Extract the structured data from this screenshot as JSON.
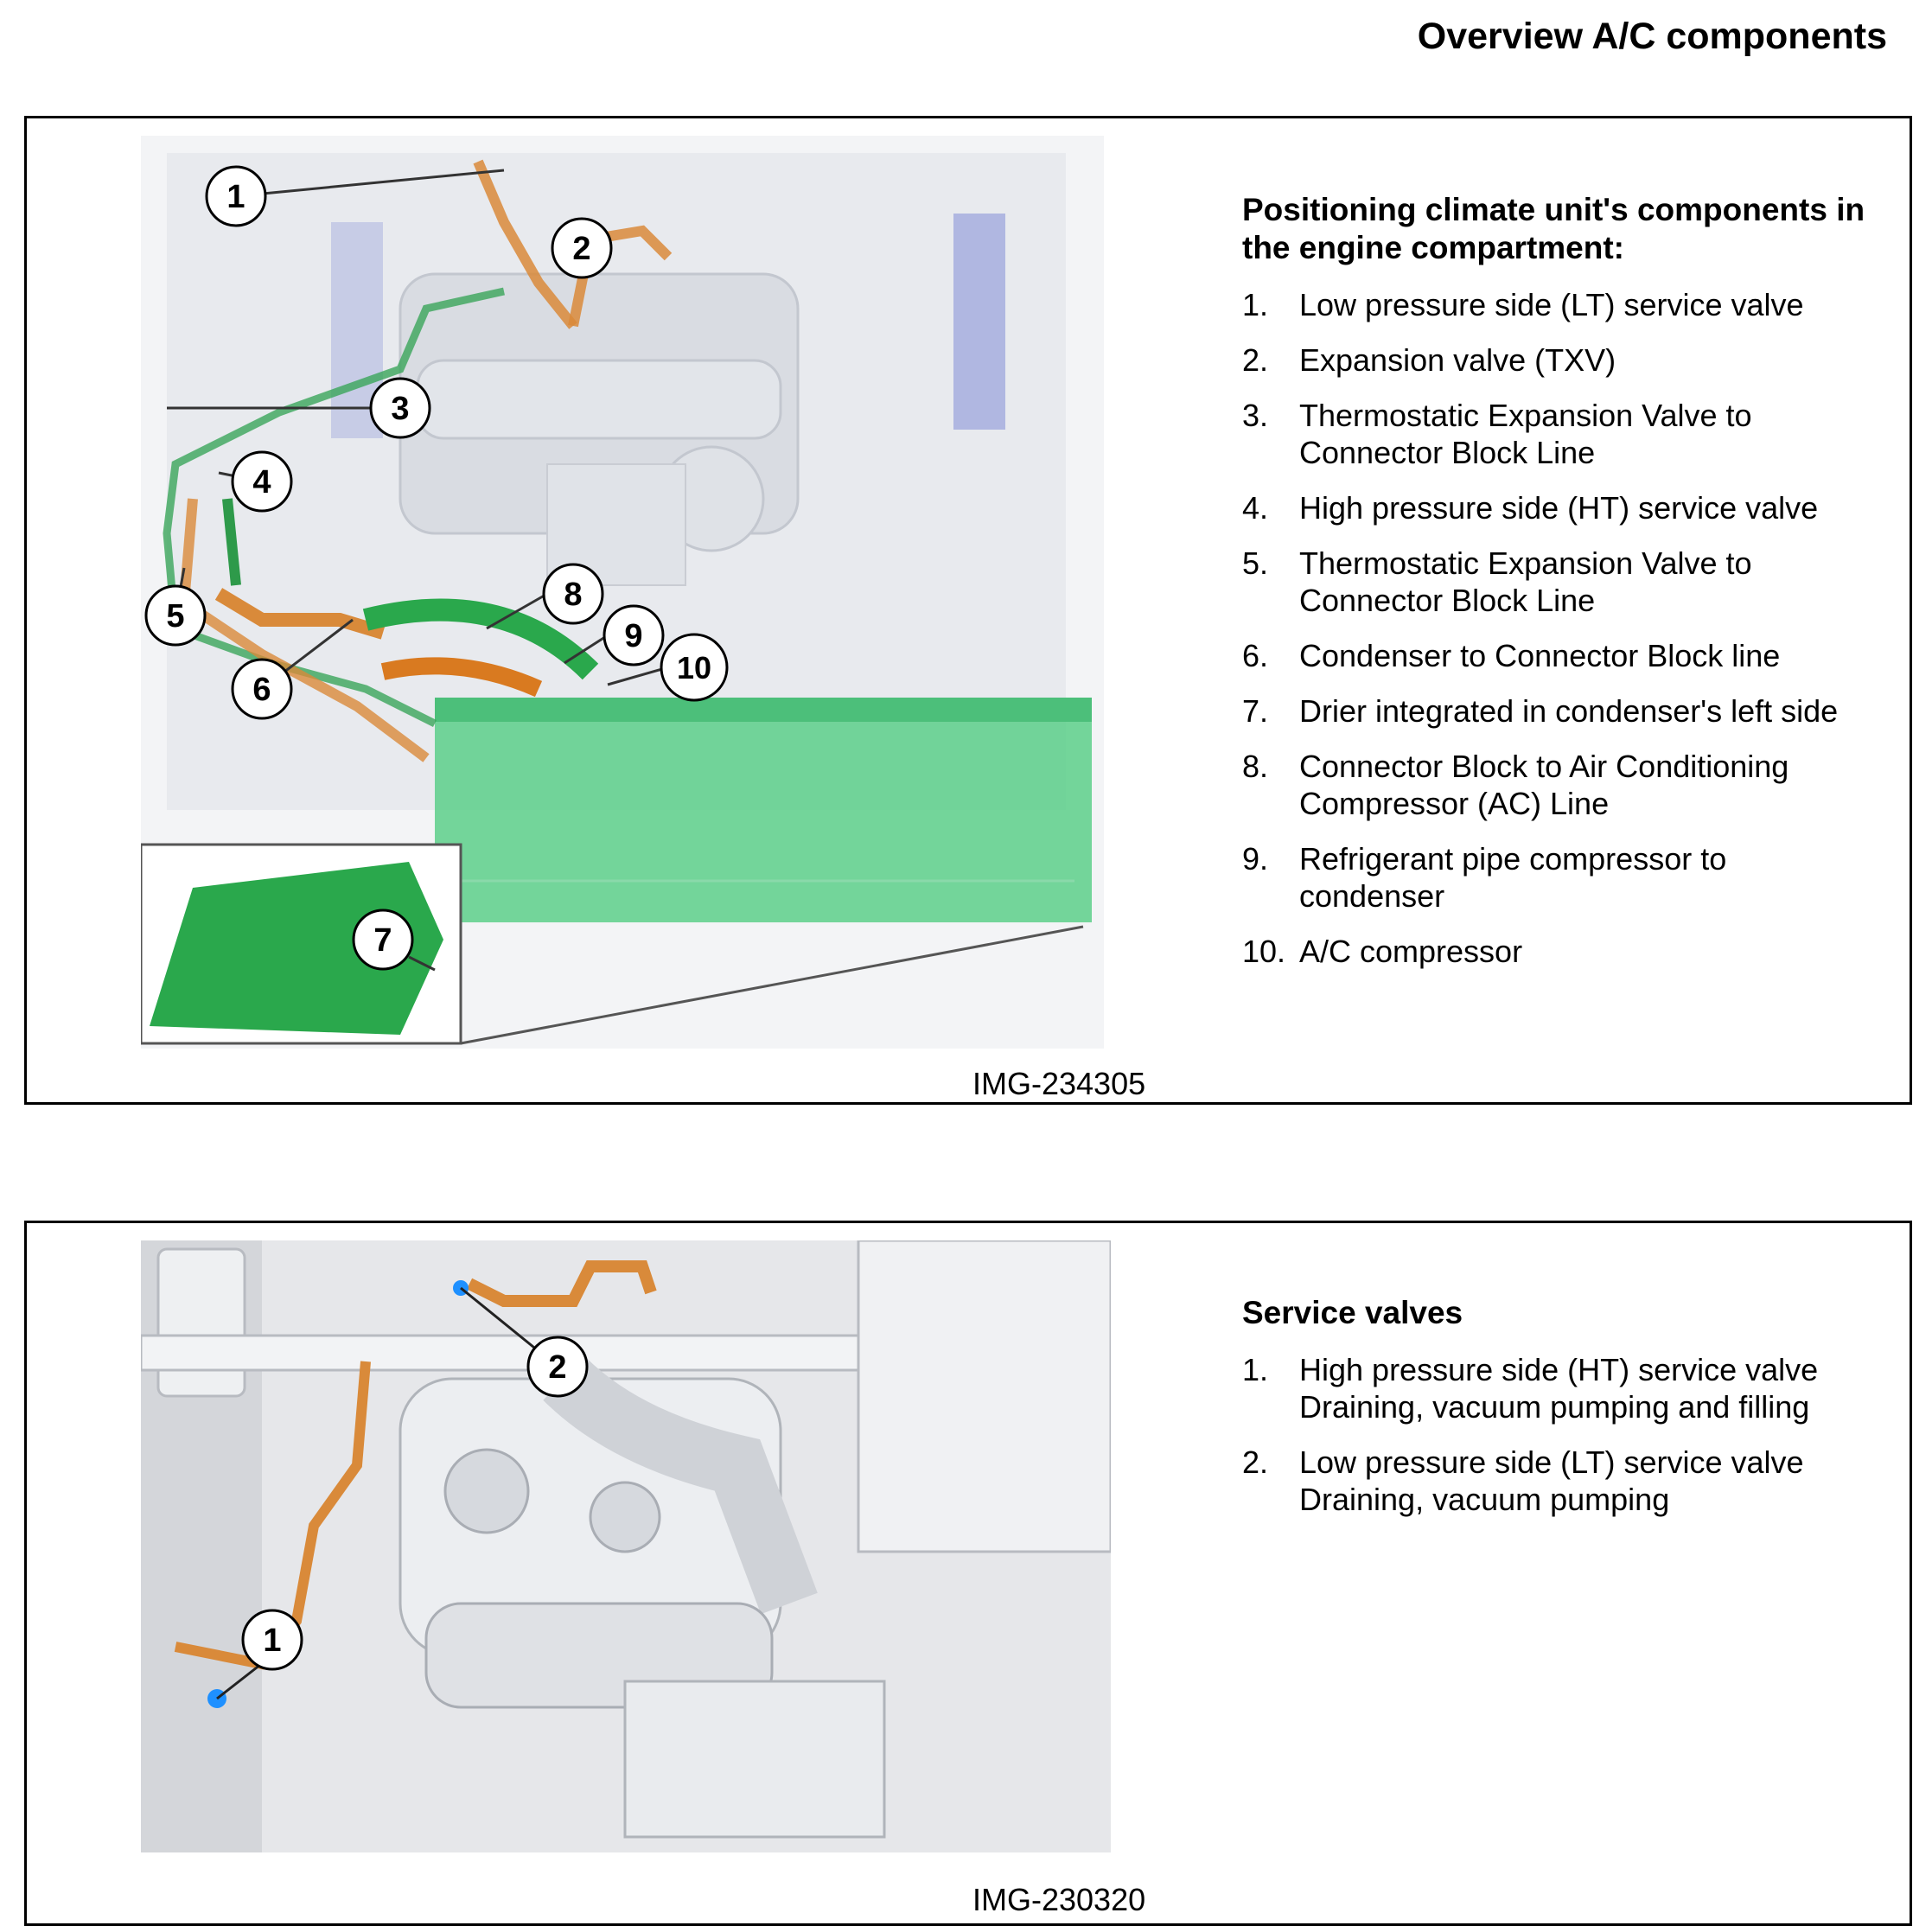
{
  "page_title": "Overview A/C components",
  "panel1": {
    "heading": "Positioning climate unit's components in the engine compartment:",
    "image_id": "IMG-234305",
    "callouts": [
      "1",
      "2",
      "3",
      "4",
      "5",
      "6",
      "7",
      "8",
      "9",
      "10"
    ],
    "items": [
      {
        "num": "1.",
        "text": "Low pressure side (LT) service valve"
      },
      {
        "num": "2.",
        "text": "Expansion valve (TXV)"
      },
      {
        "num": "3.",
        "text": "Thermostatic Expansion Valve to",
        "text2": "Connector Block Line"
      },
      {
        "num": "4.",
        "text": "High pressure side (HT) service valve"
      },
      {
        "num": "5.",
        "text": "Thermostatic Expansion Valve to",
        "text2": "Connector Block Line"
      },
      {
        "num": "6.",
        "text": "Condenser to Connector Block line"
      },
      {
        "num": "7.",
        "text": "Drier integrated in condenser's left side"
      },
      {
        "num": "8.",
        "text": "Connector Block to Air Conditioning",
        "text2": "Compressor (AC) Line"
      },
      {
        "num": "9.",
        "text": "Refrigerant pipe compressor to",
        "text2": "condenser"
      },
      {
        "num": "10.",
        "text": "A/C compressor"
      }
    ]
  },
  "panel2": {
    "heading": "Service valves",
    "image_id": "IMG-230320",
    "callouts": [
      "1",
      "2"
    ],
    "items": [
      {
        "num": "1.",
        "text": "High pressure side (HT) service valve",
        "text2": "Draining, vacuum pumping and filling"
      },
      {
        "num": "2.",
        "text": "Low pressure side (LT) service valve",
        "text2": "Draining, vacuum pumping"
      }
    ]
  },
  "colors": {
    "hose_green": "#3aa55a",
    "hose_orange": "#d98a3a",
    "condenser_green": "#5ccf8a",
    "valve_blue": "#1e90ff"
  }
}
